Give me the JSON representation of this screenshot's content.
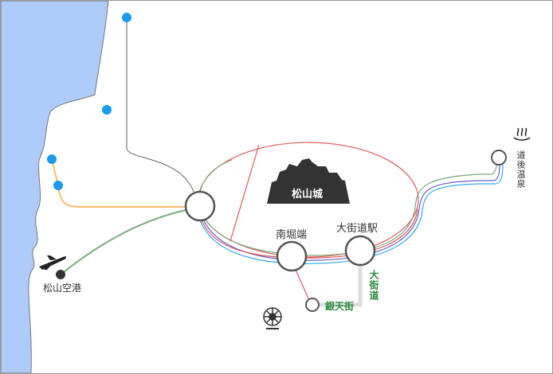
{
  "stations": {
    "castle": "松山城",
    "minamihoribata": "南堀端",
    "okaido_station": "大街道駅",
    "dogo_onsen": "道後温泉",
    "airport": "松山空港",
    "gintengai": "銀天街",
    "okaido": "大街道"
  },
  "colors": {
    "sea": "#aecbfa",
    "red_line": "#e0585c",
    "green_line": "#7aab7e",
    "purple_line": "#6b5fc7",
    "blue_line": "#30a8f0",
    "orange_line": "#ffbb6e",
    "gray_line": "#666666",
    "blue_station": "#1a9af0"
  },
  "icons": [
    "airplane-icon",
    "ferris-wheel-icon",
    "hot-spring-icon",
    "castle-icon"
  ]
}
